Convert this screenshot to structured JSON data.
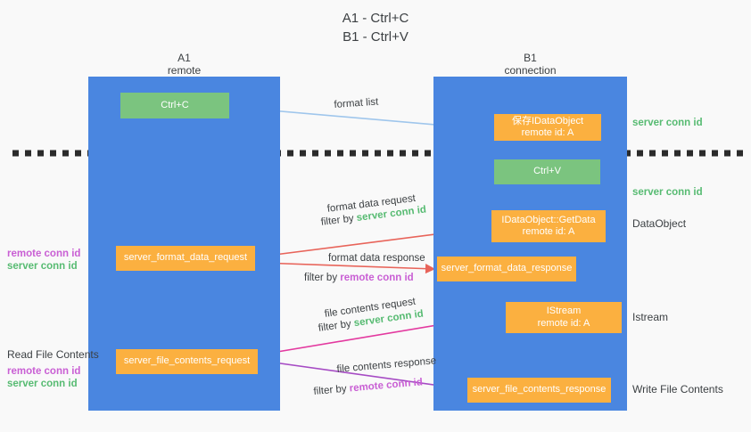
{
  "title": {
    "line1": "A1 - Ctrl+C",
    "line2": "B1 - Ctrl+V"
  },
  "columns": [
    {
      "name": "A1",
      "sub": "remote"
    },
    {
      "name": "B1",
      "sub": "connection"
    }
  ],
  "boxes": {
    "ctrl_c": {
      "line1": "Ctrl+C",
      "line2": ""
    },
    "save_idataobject": {
      "line1": "保存IDataObject",
      "line2": "remote id: A"
    },
    "ctrl_v": {
      "line1": "Ctrl+V",
      "line2": ""
    },
    "getdata": {
      "line1": "IDataObject::GetData",
      "line2": "remote id: A"
    },
    "istream": {
      "line1": "IStream",
      "line2": "remote id: A"
    },
    "server_format_data_request": {
      "line1": "server_format_data_request",
      "line2": ""
    },
    "server_format_data_response": {
      "line1": "server_format_data_response",
      "line2": ""
    },
    "server_file_contents_request": {
      "line1": "server_file_contents_request",
      "line2": ""
    },
    "server_file_contents_response": {
      "line1": "server_file_contents_response",
      "line2": ""
    }
  },
  "right_labels": {
    "server_conn_id_1": "server conn id",
    "server_conn_id_2": "server conn id",
    "dataobject": "DataObject",
    "istream": "Istream",
    "write_file_contents": "Write File Contents"
  },
  "left_labels": {
    "remote_conn_id_1": "remote conn id",
    "server_conn_id_1": "server conn id",
    "read_file_contents": "Read File Contents",
    "remote_conn_id_2": "remote conn id",
    "server_conn_id_2": "server conn id"
  },
  "arrow_labels": {
    "format_list": "format list",
    "format_data_request": "format data request",
    "format_data_request_filter_prefix": "filter by ",
    "format_data_request_filter_key": "server conn id",
    "format_data_response": "format data response",
    "format_data_response_filter_prefix": "filter by ",
    "format_data_response_filter_key": "remote conn id",
    "file_contents_request": "file contents request",
    "file_contents_request_filter_prefix": "filter by ",
    "file_contents_request_filter_key": "server conn id",
    "file_contents_response": "file contents response",
    "file_contents_response_filter_prefix": "filter by ",
    "file_contents_response_filter_key": "remote conn id"
  },
  "colors": {
    "lane": "#4a86e0",
    "green_box": "#7bc47f",
    "orange_box": "#fbb040",
    "light_blue_arrow": "#9fc6ec",
    "red_arrow": "#e8645a",
    "magenta_arrow": "#e3399f",
    "purple_arrow": "#a64bc4",
    "black_arrow": "#000000",
    "server_conn_id": "#57bb72",
    "remote_conn_id": "#c95fd4",
    "background": "#f9f9f9"
  }
}
